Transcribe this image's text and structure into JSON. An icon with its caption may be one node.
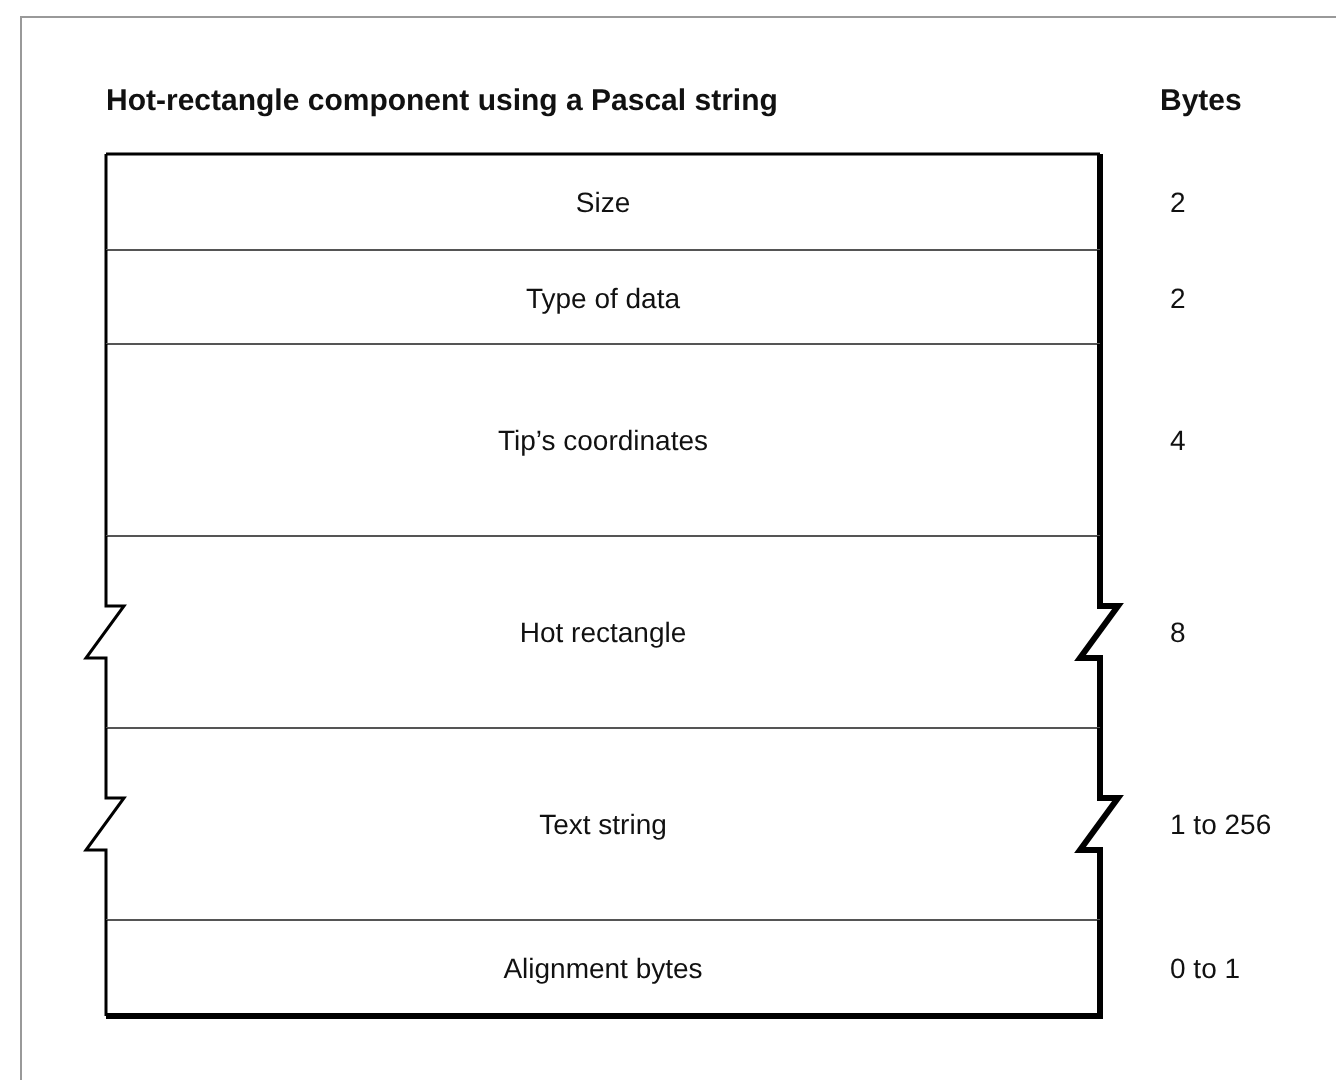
{
  "diagram": {
    "title": "Hot-rectangle component using a Pascal string",
    "nodes": [
      {
        "text": [
          "Size"
        ],
        "beside": [
          "2"
        ]
      },
      {
        "text": [
          "Type of data"
        ],
        "beside": [
          "2"
        ]
      },
      {
        "text": [
          "Tip’s coordinates"
        ],
        "beside": [
          "4"
        ]
      },
      {
        "text": [
          "Hot rectangle"
        ],
        "beside": [
          "8"
        ]
      },
      {
        "text": [
          "Text string"
        ],
        "beside": [
          "1 to 256"
        ]
      },
      {
        "text": [
          "Alignment bytes"
        ],
        "beside": [
          "0 to 1"
        ]
      }
    ],
    "labels": [
      "Bytes"
    ]
  }
}
